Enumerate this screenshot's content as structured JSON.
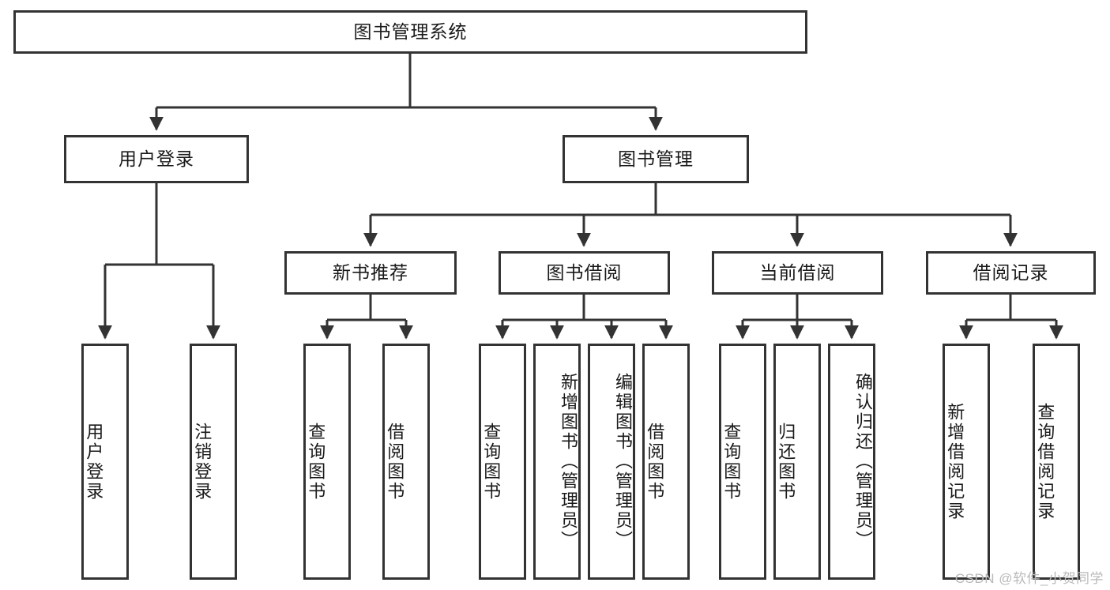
{
  "diagram": {
    "title": "图书管理系统",
    "type": "hierarchy-tree",
    "watermark": "CSDN @软件_小贺同学",
    "colors": {
      "stroke": "#333333",
      "fill": "#ffffff",
      "text": "#1a1a1a",
      "watermark": "#b9b9b9"
    },
    "nodes": {
      "root": {
        "label": "图书管理系统",
        "level": 0
      },
      "user_login": {
        "label": "用户登录",
        "level": 1
      },
      "book_manage": {
        "label": "图书管理",
        "level": 1
      },
      "new_book_rec": {
        "label": "新书推荐",
        "level": 2
      },
      "book_borrow": {
        "label": "图书借阅",
        "level": 2
      },
      "current_borrow": {
        "label": "当前借阅",
        "level": 2
      },
      "borrow_record": {
        "label": "借阅记录",
        "level": 2
      },
      "leaf_user_login": {
        "label": "用户登录",
        "level": 3
      },
      "leaf_logout": {
        "label": "注销登录",
        "level": 3
      },
      "leaf_query_book_a": {
        "label": "查询图书",
        "level": 3
      },
      "leaf_borrow_book_a": {
        "label": "借阅图书",
        "level": 3
      },
      "leaf_query_book_b": {
        "label": "查询图书",
        "level": 3
      },
      "leaf_add_book": {
        "label": "新增图书（管理员）",
        "level": 3
      },
      "leaf_edit_book": {
        "label": "编辑图书（管理员）",
        "level": 3
      },
      "leaf_borrow_book_b": {
        "label": "借阅图书",
        "level": 3
      },
      "leaf_query_book_c": {
        "label": "查询图书",
        "level": 3
      },
      "leaf_return_book": {
        "label": "归还图书",
        "level": 3
      },
      "leaf_confirm_return": {
        "label": "确认归还（管理员）",
        "level": 3
      },
      "leaf_add_record": {
        "label": "新增借阅记录",
        "level": 3
      },
      "leaf_query_record": {
        "label": "查询借阅记录",
        "level": 3
      }
    }
  }
}
